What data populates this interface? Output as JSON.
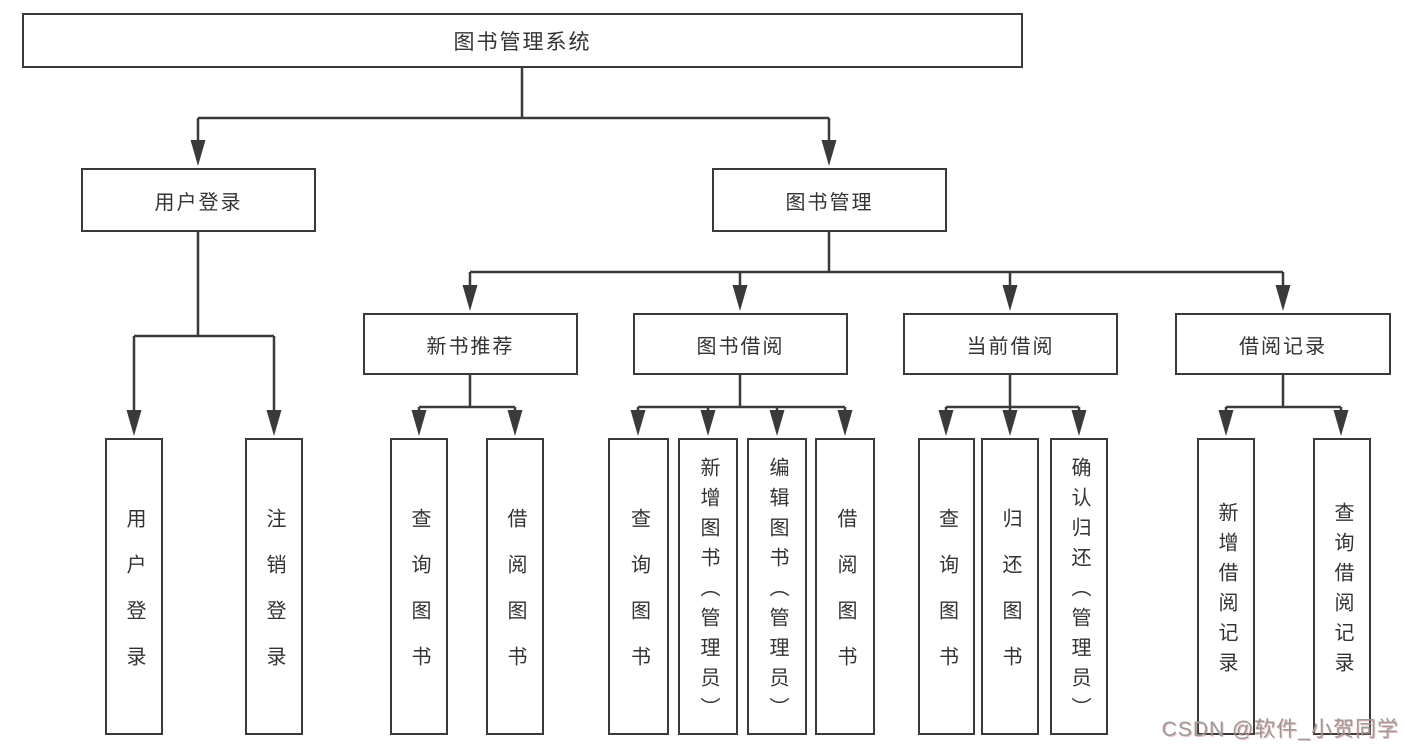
{
  "diagram_title": "图书管理系统",
  "colors": {
    "line": "#3a3a3a",
    "node_border": "#3a3a3a",
    "node_text": "#333333",
    "background": "#ffffff",
    "watermark_text": "#9b9b9b"
  },
  "tree": {
    "root": {
      "label": "图书管理系统"
    },
    "children": [
      {
        "label": "用户登录",
        "children": [
          "用户登录",
          "注销登录"
        ]
      },
      {
        "label": "图书管理",
        "children": [
          {
            "label": "新书推荐",
            "children": [
              "查询图书",
              "借阅图书"
            ]
          },
          {
            "label": "图书借阅",
            "children": [
              "查询图书",
              "新增图书（管理员）",
              "编辑图书（管理员）",
              "借阅图书"
            ]
          },
          {
            "label": "当前借阅",
            "children": [
              "查询图书",
              "归还图书",
              "确认归还（管理员）"
            ]
          },
          {
            "label": "借阅记录",
            "children": [
              "新增借阅记录",
              "查询借阅记录"
            ]
          }
        ]
      }
    ]
  },
  "watermark": {
    "text": "CSDN @软件_小贺同学"
  }
}
